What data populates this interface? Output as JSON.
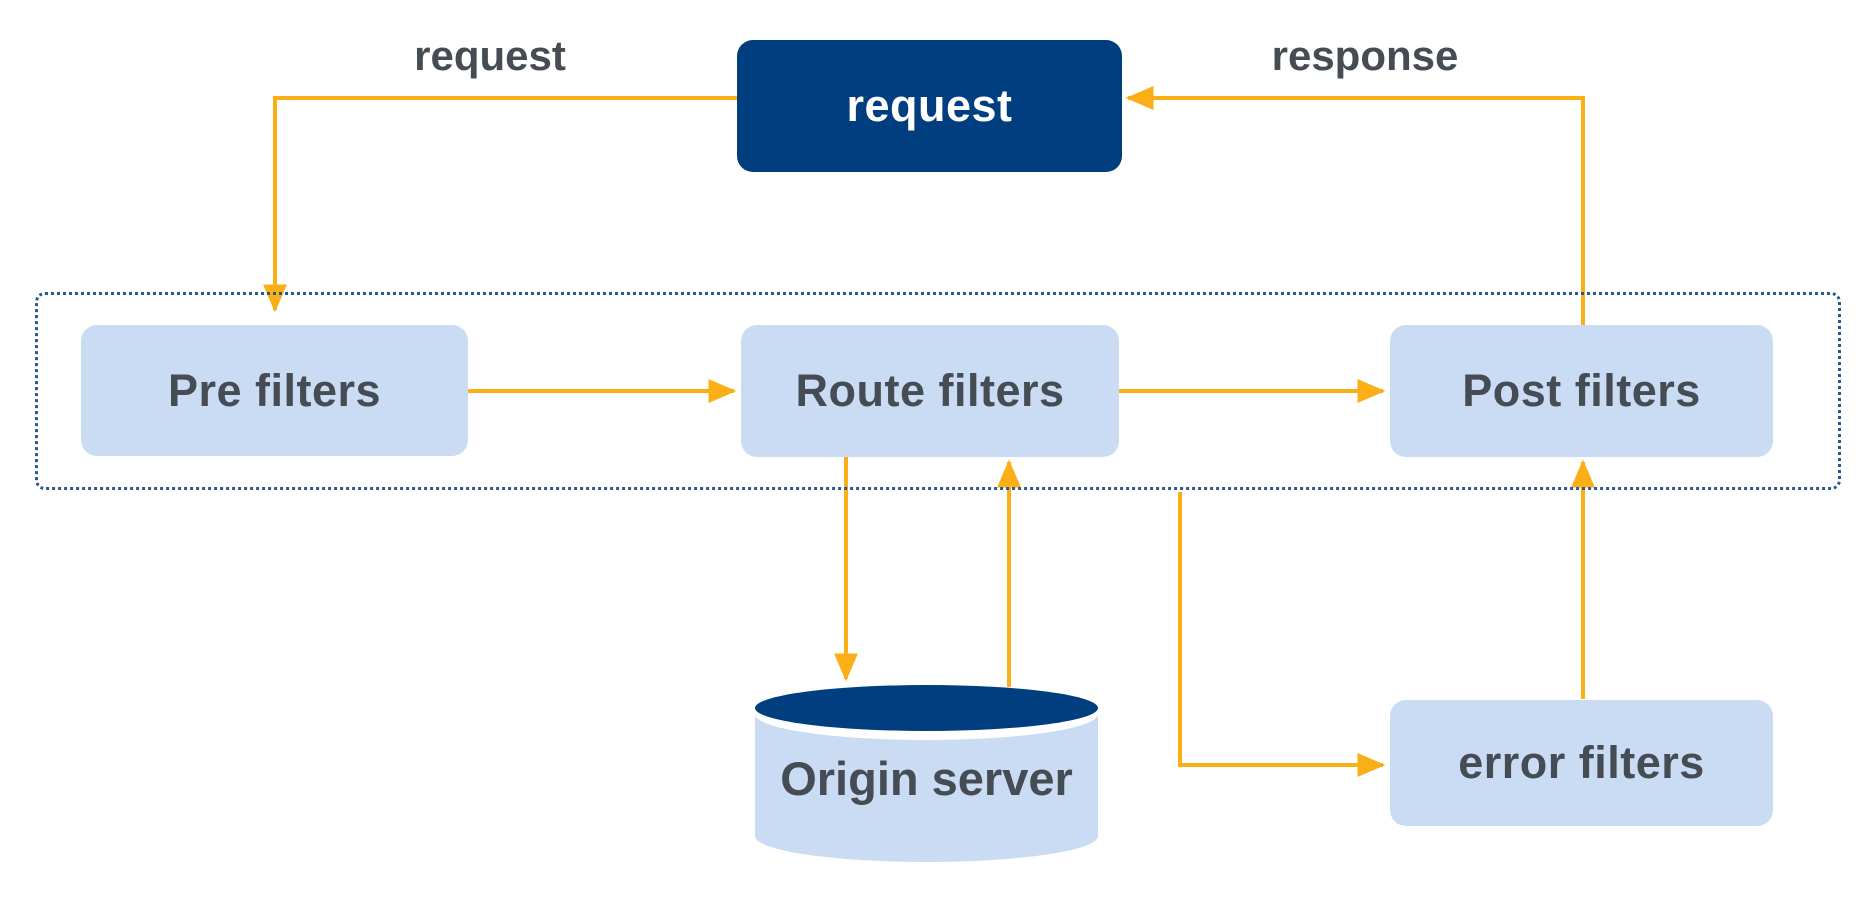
{
  "nodes": {
    "request": {
      "label": "request"
    },
    "pre_filters": {
      "label": "Pre filters"
    },
    "route_filters": {
      "label": "Route filters"
    },
    "post_filters": {
      "label": "Post filters"
    },
    "error_filters": {
      "label": "error filters"
    },
    "origin_server": {
      "label": "Origin server"
    }
  },
  "edge_labels": {
    "request": "request",
    "response": "response"
  },
  "colors": {
    "navy": "#003e7f",
    "node_fill": "#c9dcf3",
    "arrow": "#fbaf16",
    "text": "#454c54",
    "node_text_light": "#ffffff",
    "chain_border": "#2a5a8a",
    "background": "#ffffff"
  }
}
